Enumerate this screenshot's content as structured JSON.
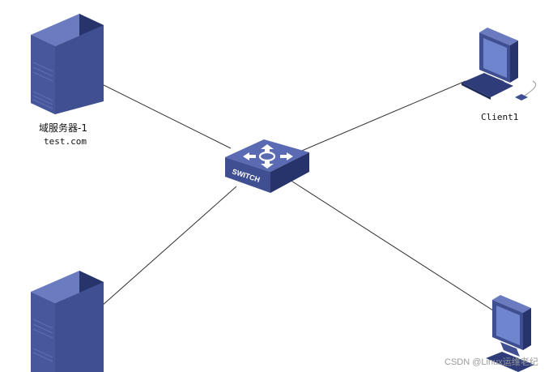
{
  "nodes": {
    "server1": {
      "name": "域服务器-1",
      "domain": "test.com",
      "icon": "server-tower-icon"
    },
    "server2": {
      "icon": "server-tower-icon"
    },
    "switch": {
      "label": "SWITCH",
      "icon": "network-switch-icon"
    },
    "client1": {
      "name": "Client1",
      "icon": "desktop-computer-icon"
    },
    "client2": {
      "icon": "desktop-computer-icon"
    }
  },
  "links": [
    {
      "from": "server1",
      "to": "switch"
    },
    {
      "from": "server2",
      "to": "switch"
    },
    {
      "from": "client1",
      "to": "switch"
    },
    {
      "from": "client2",
      "to": "switch"
    }
  ],
  "watermark": "CSDN @Linux运维老纪",
  "colors": {
    "device_front": "#3f4f92",
    "device_side": "#27346b",
    "device_top": "#6b7bc0",
    "screen": "#6f86cf",
    "link": "#333333"
  }
}
